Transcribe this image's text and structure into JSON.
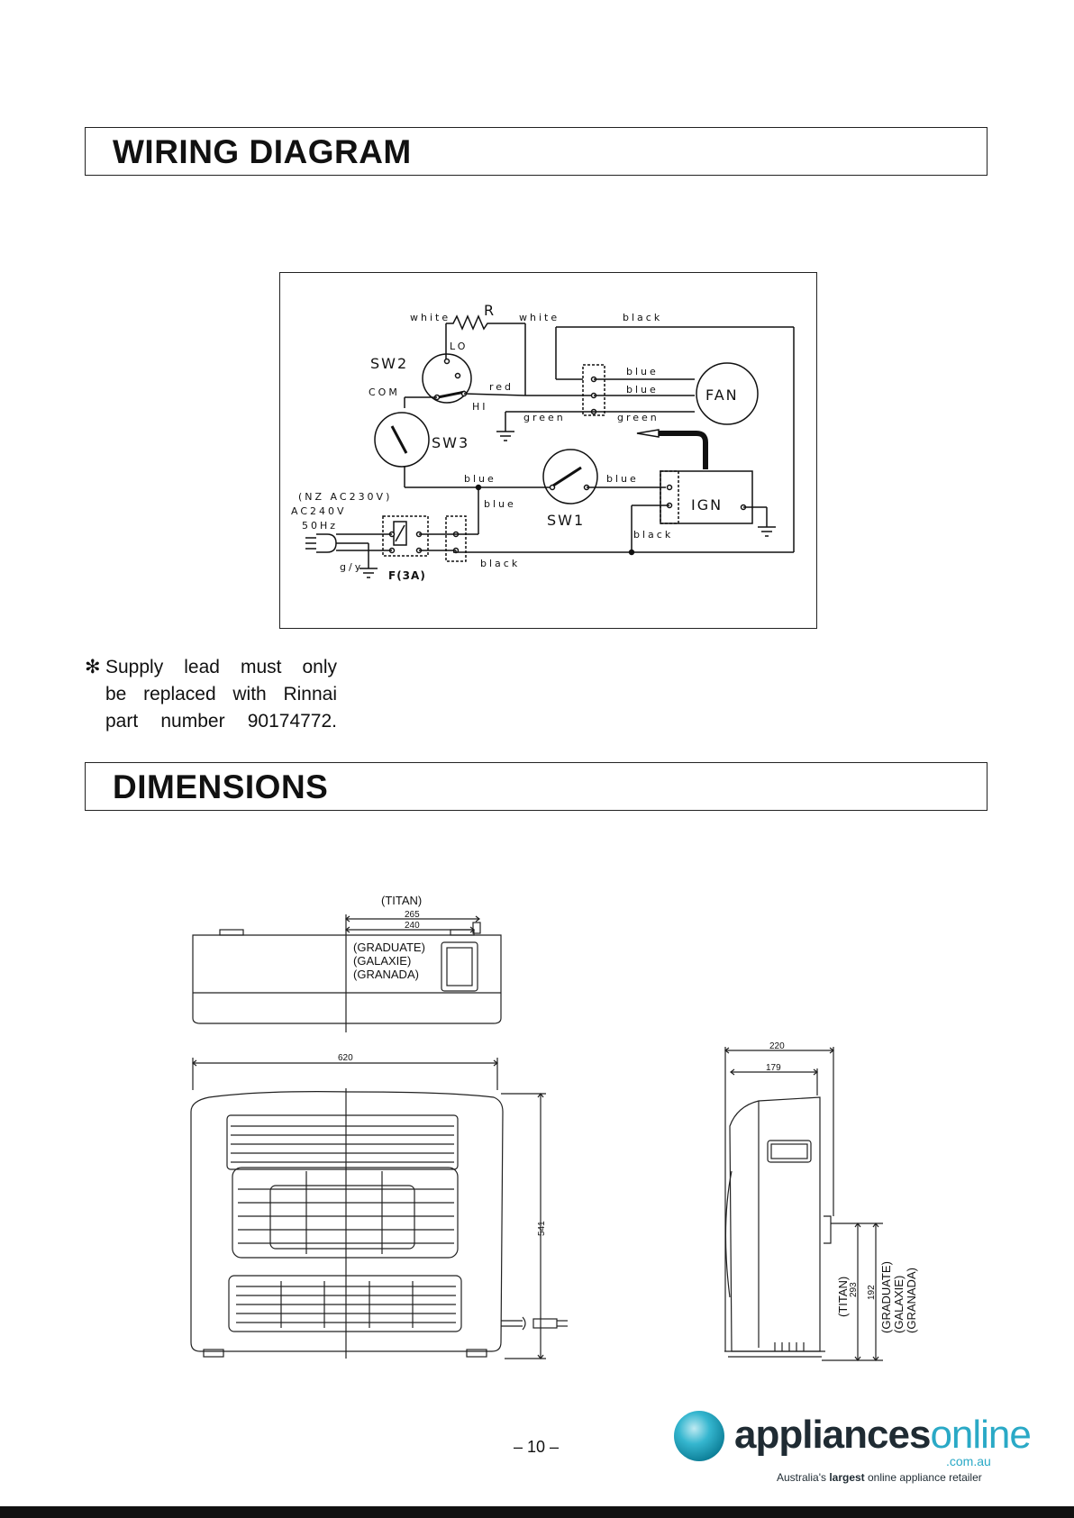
{
  "sections": {
    "wiring_title": "WIRING DIAGRAM",
    "dimensions_title": "DIMENSIONS"
  },
  "wiring": {
    "R": "R",
    "white_left": "white",
    "white_right": "white",
    "black_top": "black",
    "LO": "LO",
    "SW2": "SW2",
    "COM": "COM",
    "HI": "HI",
    "red": "red",
    "green_left": "green",
    "green_right": "green",
    "blue_top1": "blue",
    "blue_top2": "blue",
    "FAN": "FAN",
    "SW3": "SW3",
    "blue_mid1": "blue",
    "blue_mid2": "blue",
    "blue_sw1": "blue",
    "SW1": "SW1",
    "IGN": "IGN",
    "black_ign": "black",
    "black_bottom": "black",
    "nz": "(NZ AC230V)",
    "ac240": "AC240V",
    "hz": "50Hz",
    "gy": "g/y",
    "fuse": "F(3A)"
  },
  "note": {
    "star": "✻",
    "line1": "Supply lead must only",
    "line2": "be replaced with Rinnai",
    "line3": "part number 90174772."
  },
  "dimensions": {
    "titan": "(TITAN)",
    "d265": "265",
    "d240": "240",
    "graduate": "(GRADUATE)",
    "galaxie": "(GALAXIE)",
    "granada": "(GRANADA)",
    "d620": "620",
    "d541": "541",
    "d220": "220",
    "d179": "179",
    "side_titan": "(TITAN)",
    "d293": "293",
    "d192": "192",
    "side_graduate": "(GRADUATE)",
    "side_galaxie": "(GALAXIE)",
    "side_granada": "(GRANADA)"
  },
  "page_number": "– 10 –",
  "logo": {
    "word_a": "appliances",
    "word_b": "online",
    "domain": ".com.au",
    "tag_pre": "Australia's ",
    "tag_bold": "largest",
    "tag_post": " online appliance retailer"
  },
  "colors": {
    "logo_teal": "#2aa9c6",
    "logo_dark": "#1f2b33"
  }
}
